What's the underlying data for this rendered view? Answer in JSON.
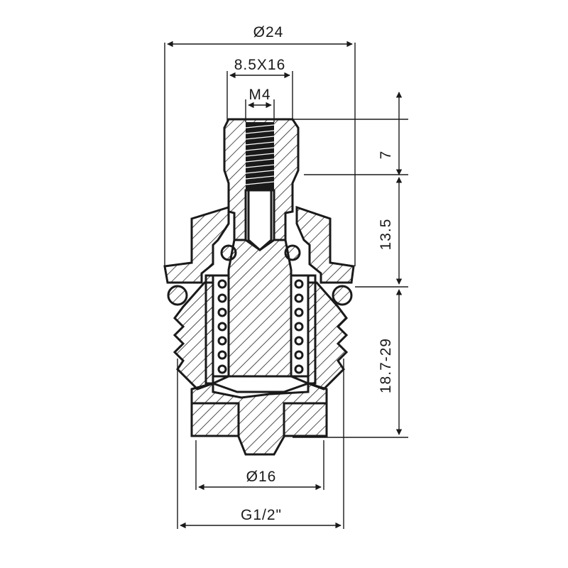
{
  "dimensions": {
    "outer_diameter": "Ø24",
    "spindle_spline": "8.5X16",
    "thread_m": "M4",
    "upper_height": "7",
    "middle_height": "13.5",
    "thread_range": "18.7-29",
    "nozzle_diameter": "Ø16",
    "pipe_thread": "G1/2\""
  }
}
